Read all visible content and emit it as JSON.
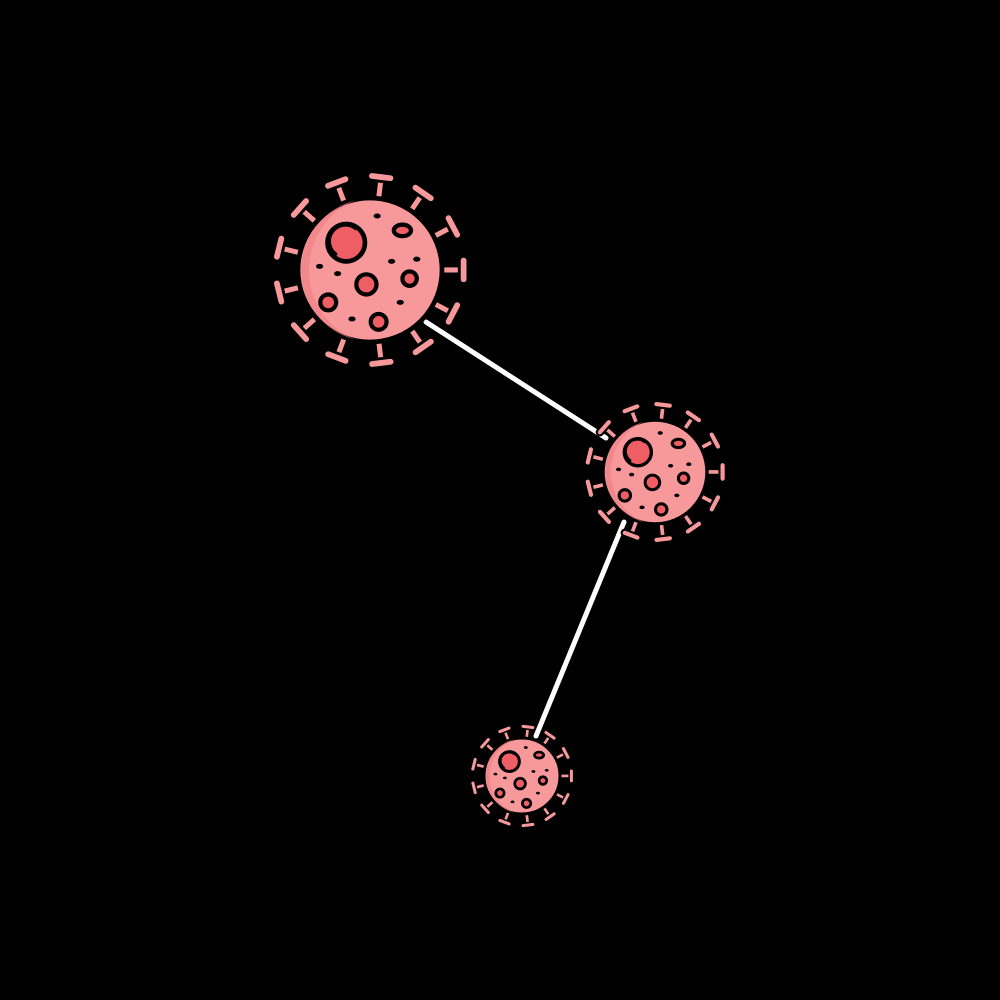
{
  "colors": {
    "background": "#000000",
    "virus_body": "#F7999B",
    "virus_body_shade": "#EE7A7E",
    "virus_spot": "#EE5E64",
    "outline": "#000000",
    "connector": "#FFFFFF"
  },
  "illustration": {
    "subject": "virus-molecule-icon",
    "viruses": [
      {
        "name": "virus-large"
      },
      {
        "name": "virus-medium"
      },
      {
        "name": "virus-small"
      }
    ],
    "connectors": [
      {
        "name": "bond-large-to-medium"
      },
      {
        "name": "bond-medium-to-small"
      }
    ]
  }
}
